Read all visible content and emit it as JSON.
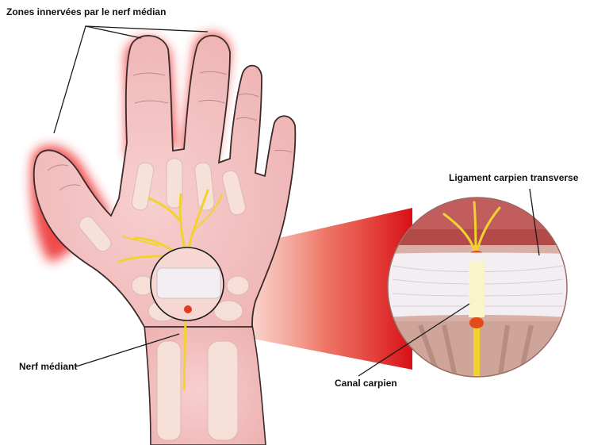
{
  "labels": {
    "zones": "Zones innervées par le nerf médian",
    "ligament": "Ligament carpien transverse",
    "nerf": "Nerf médiant",
    "canal": "Canal carpien"
  },
  "colors": {
    "skin": "#f4c2c2",
    "skin_outline": "#3a2a2a",
    "innervated_glow": "#e8262a",
    "bone": "#f7e6dc",
    "nerve": "#f2d22e",
    "ligament": "#f3eef2",
    "zoom_beam": "#e3121b",
    "canal": "#f9f5c8"
  }
}
